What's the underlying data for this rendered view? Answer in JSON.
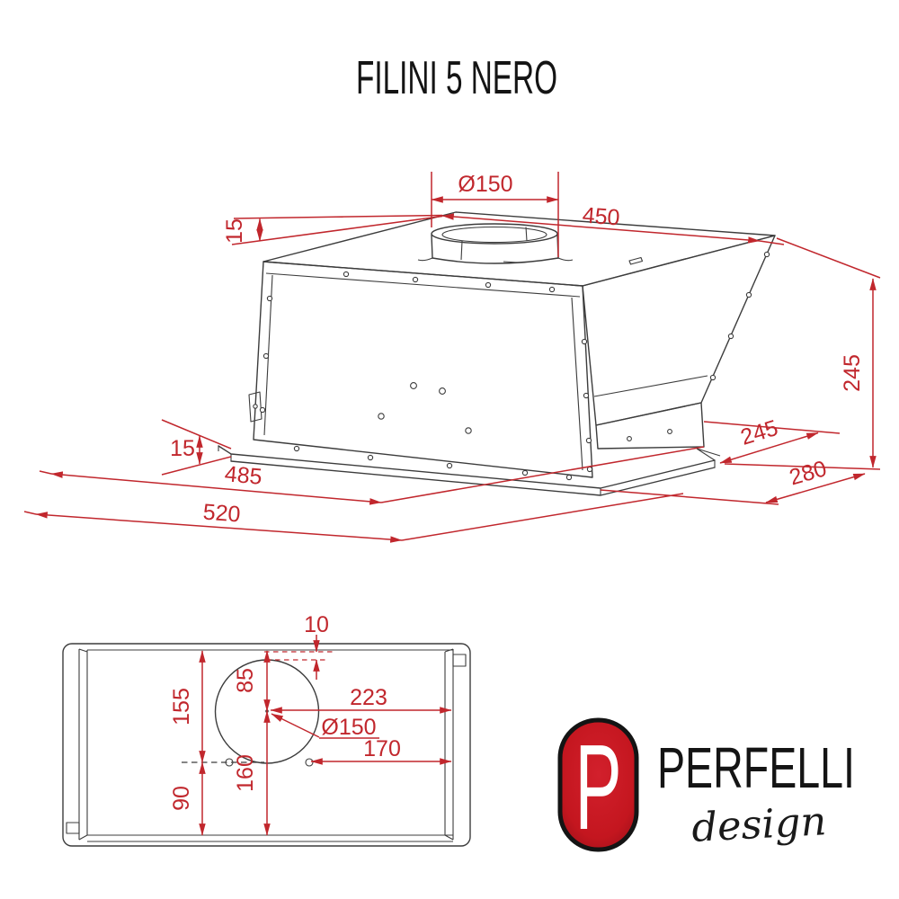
{
  "title": "FILINI 5 NERO",
  "colors": {
    "dimension_red": "#C1272D",
    "drawing_line": "#3C3C3C",
    "logo_red": "#C4161F"
  },
  "perspective_view": {
    "labels": {
      "duct_diameter": "Ø150",
      "top_width": "450",
      "top_lip_height": "15",
      "height": "245",
      "body_depth": "245",
      "overall_depth": "280",
      "flange_thickness": "15",
      "body_width": "485",
      "overall_width": "520"
    }
  },
  "bottom_view": {
    "labels": {
      "cutout_edge_offset": "10",
      "cutout_center_from_front": "85",
      "front_section": "155",
      "back_section": "90",
      "cutout_center_from_back": "160",
      "cutout_center_to_side": "223",
      "cutout_diameter": "Ø150",
      "mounting_hole_to_side": "170"
    }
  },
  "logo": {
    "monogram": "P",
    "brand": "PERFELLI",
    "tagline": "design"
  }
}
